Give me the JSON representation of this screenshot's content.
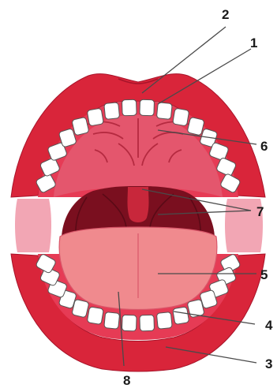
{
  "diagram": {
    "callouts": [
      {
        "id": "c1",
        "number": "1"
      },
      {
        "id": "c2",
        "number": "2"
      },
      {
        "id": "c3",
        "number": "3"
      },
      {
        "id": "c4",
        "number": "4"
      },
      {
        "id": "c5",
        "number": "5"
      },
      {
        "id": "c6",
        "number": "6"
      },
      {
        "id": "c7",
        "number": "7"
      },
      {
        "id": "c8",
        "number": "8"
      }
    ]
  },
  "colors": {
    "lip": "#d9253a",
    "lip_shadow": "#a8142a",
    "gum": "#e63b55",
    "palate": "#e4566d",
    "palate_fold": "#b52a40",
    "throat": "#7a0f1f",
    "uvula": "#c8273b",
    "tongue": "#f08a8e",
    "tongue_edge": "#d9576a",
    "cheek": "#f2a6b4",
    "tooth": "#ffffff",
    "tooth_outline": "#555555",
    "leader": "#4a4a4a"
  }
}
